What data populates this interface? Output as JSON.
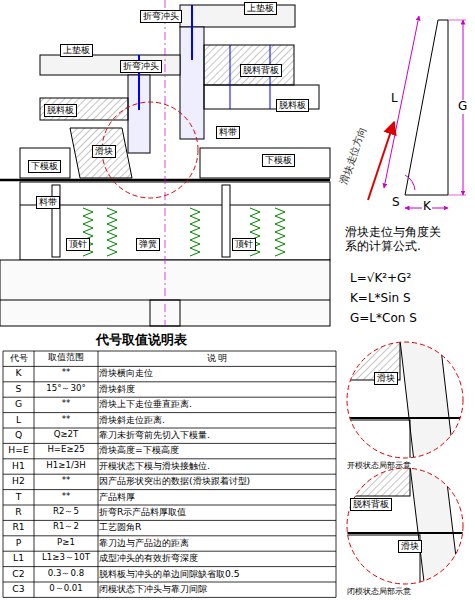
{
  "diagram": {
    "nodes": [
      {
        "text": [
          "上垫板"
        ]
      },
      {
        "text": [
          "折弯冲头"
        ]
      },
      {
        "text": [
          "上垫板"
        ]
      },
      {
        "text": [
          "折弯冲头"
        ]
      },
      {
        "text": [
          "脱料背板"
        ]
      },
      {
        "text": [
          "脱料板"
        ]
      },
      {
        "text": [
          "脱料板"
        ]
      },
      {
        "text": [
          "滑块"
        ]
      },
      {
        "text": [
          "料带"
        ]
      },
      {
        "text": [
          "下模板"
        ]
      },
      {
        "text": [
          "下模板"
        ]
      },
      {
        "text": [
          "料带"
        ]
      },
      {
        "text": [
          "顶针"
        ]
      },
      {
        "text": [
          "弹簧"
        ]
      },
      {
        "text": [
          "顶针"
        ]
      },
      {
        "text": [
          "滑块"
        ]
      },
      {
        "text": [
          "脱料背板"
        ]
      },
      {
        "text": [
          "滑块"
        ]
      }
    ],
    "labels": [
      "滑块走位方向",
      "L",
      "G",
      "S",
      "K",
      "滑块走位与角度关系的计算公式.",
      "L=√K²+G²",
      "K=L*Sin S",
      "G=L*Con S",
      "代号取值说明表",
      "代号",
      "取值范围",
      "说 明",
      "K",
      "**",
      "滑块横向走位",
      "S",
      "15°～30°",
      "滑块斜度",
      "G",
      "**",
      "滑块上下走位垂直距离.",
      "L",
      "**",
      "滑块斜走位距离.",
      "Q",
      "Q≥2T",
      "靠刀未折弯前先切入下模量.",
      "H=E",
      "H=E≥25",
      "滑块高度=下模高度",
      "H1",
      "H1≥1/3H",
      "开模状态下模与滑块接触位.",
      "H2",
      "**",
      "因产品形状突出的数据(滑块跟着讨型)",
      "T",
      "**",
      "产品料厚",
      "R",
      "R2～5",
      "折弯R示产品料厚取值",
      "R1",
      "R1～2",
      "工艺圆角R",
      "P",
      "P≥1",
      "靠刀边与产品边的距离",
      "L1",
      "L1≥3～10T",
      "成型冲头的有效折弯深度",
      "C2",
      "0.3～0.8",
      "脱料板与冲头的单边间隙缺省取0.5",
      "C3",
      "0～0.01",
      "闭模状态下冲头与靠刀间隙",
      "开模状态局部示意",
      "闭模状态局部示意"
    ]
  }
}
